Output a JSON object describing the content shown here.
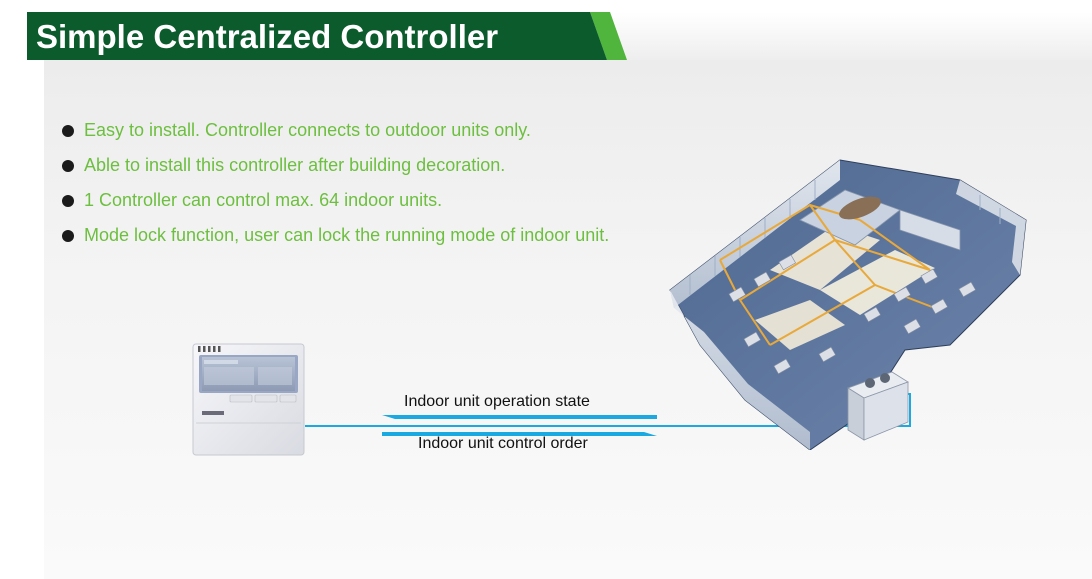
{
  "header": {
    "title": "Simple Centralized Controller"
  },
  "features": [
    "Easy to install. Controller connects to outdoor units only.",
    "Able to install this controller after building decoration.",
    "1 Controller can control max. 64 indoor units.",
    "Mode lock function, user can lock the running mode of indoor unit."
  ],
  "diagram": {
    "upper_arrow_label": "Indoor unit operation state",
    "lower_arrow_label": "Indoor unit control order"
  },
  "colors": {
    "title_bg": "#0c5b2c",
    "title_accent": "#4fb53c",
    "bullet_text": "#6dbf3f",
    "arrow": "#1aa9e1"
  }
}
